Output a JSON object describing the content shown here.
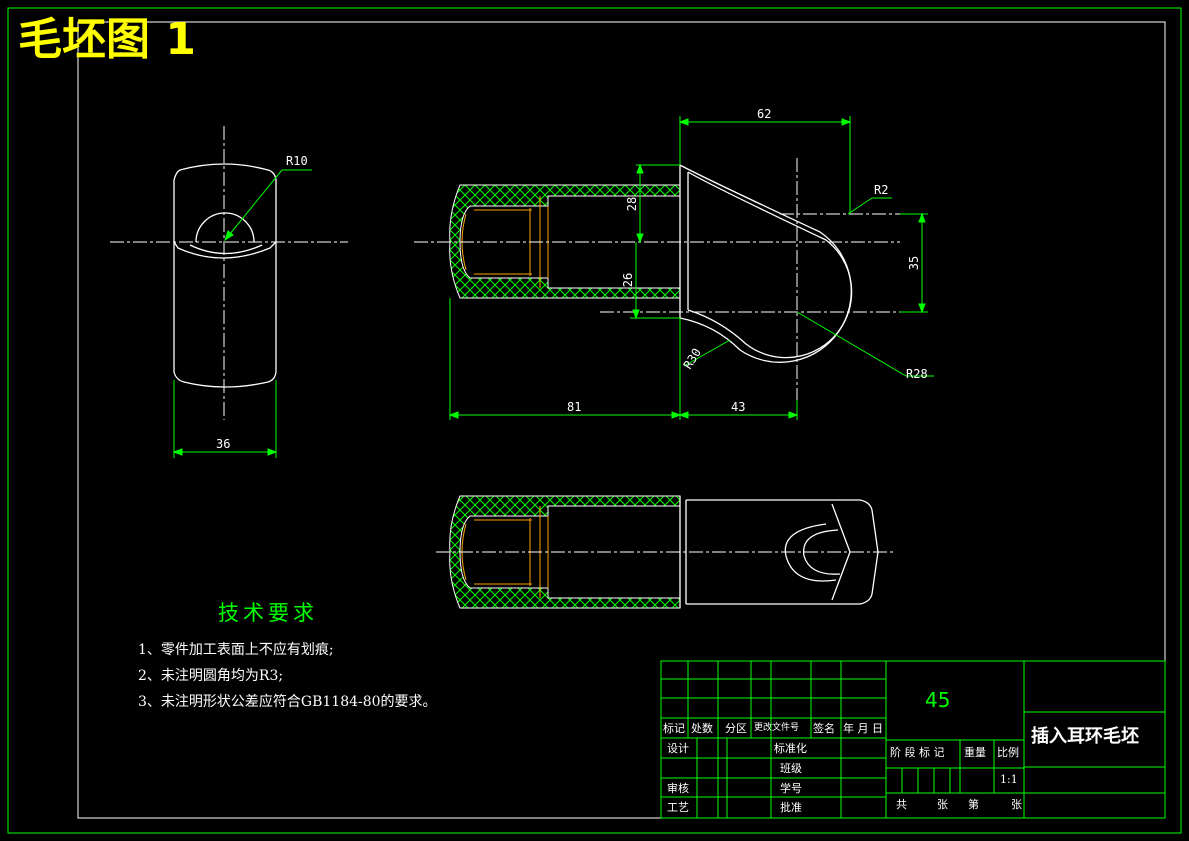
{
  "title": "毛坯图 1",
  "dimensions": {
    "left_r10": "R10",
    "left_36": "36",
    "top_62": "62",
    "r2": "R2",
    "d28": "28",
    "d26": "26",
    "d35": "35",
    "r30": "R30",
    "r28": "R28",
    "d81": "81",
    "d43": "43"
  },
  "tech_requirements": {
    "heading": "技术要求",
    "items": [
      "1、零件加工表面上不应有划痕;",
      "2、未注明圆角均为R3;",
      "3、未注明形状公差应符合GB1184-80的要求。"
    ]
  },
  "title_block": {
    "material": "45",
    "part_name": "插入耳环毛坯",
    "header_row": [
      "标记",
      "处数",
      "分区",
      "更改文件号",
      "签名",
      "年 月 日"
    ],
    "design": "设计",
    "standardization": "标准化",
    "class": "班级",
    "review": "审核",
    "student_id": "学号",
    "process": "工艺",
    "approve": "批准",
    "stage_headers": [
      "阶 段 标 记",
      "重量",
      "比例"
    ],
    "scale": "1:1",
    "sheets": [
      "共",
      "张",
      "第",
      "张"
    ]
  },
  "colors": {
    "border": "#00ff00",
    "outline": "#ffffff",
    "hatch": "#00ff00",
    "title": "#ffff00",
    "thread": "#ffa500"
  }
}
